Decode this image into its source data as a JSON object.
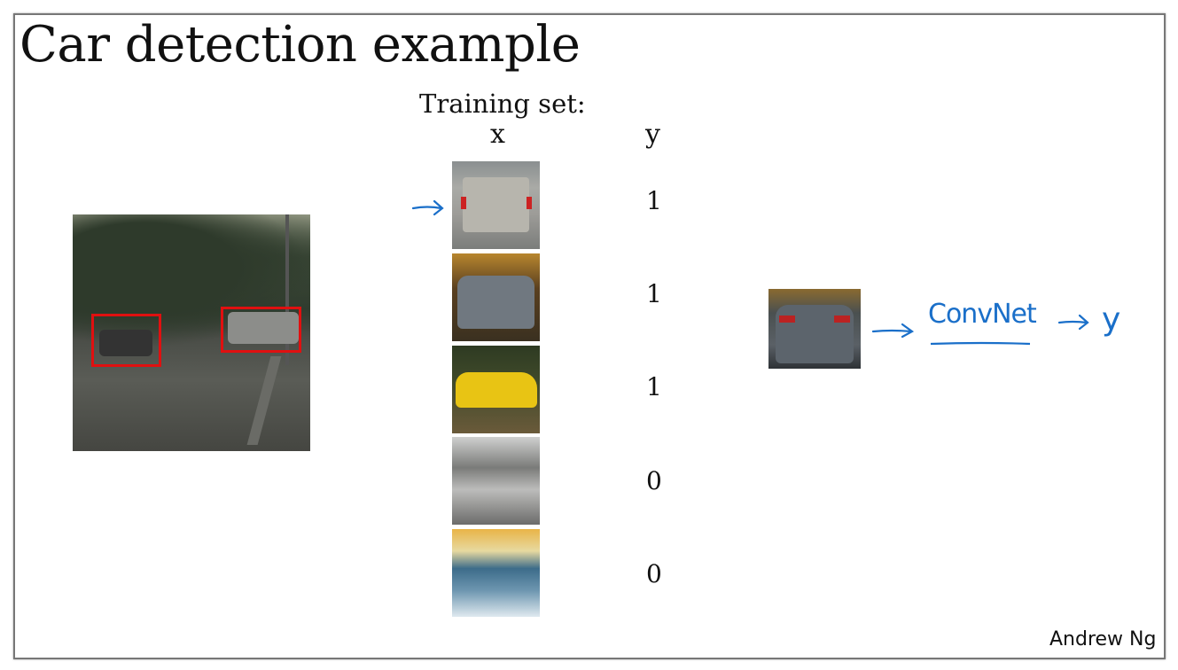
{
  "slide": {
    "title": "Car detection example",
    "training_set_label": "Training set:",
    "x_header": "x",
    "y_header": "y",
    "training_examples": [
      {
        "image": "car-rear-pickup",
        "y": "1"
      },
      {
        "image": "car-front-bmw",
        "y": "1"
      },
      {
        "image": "car-yellow-side",
        "y": "1"
      },
      {
        "image": "snowy-road",
        "y": "0"
      },
      {
        "image": "snowy-forest-road",
        "y": "0"
      }
    ],
    "annotation": {
      "network": "ConvNet",
      "output": "y"
    },
    "author": "Andrew Ng",
    "colors": {
      "ink": "#1a6fc9",
      "box": "#e01010"
    }
  }
}
